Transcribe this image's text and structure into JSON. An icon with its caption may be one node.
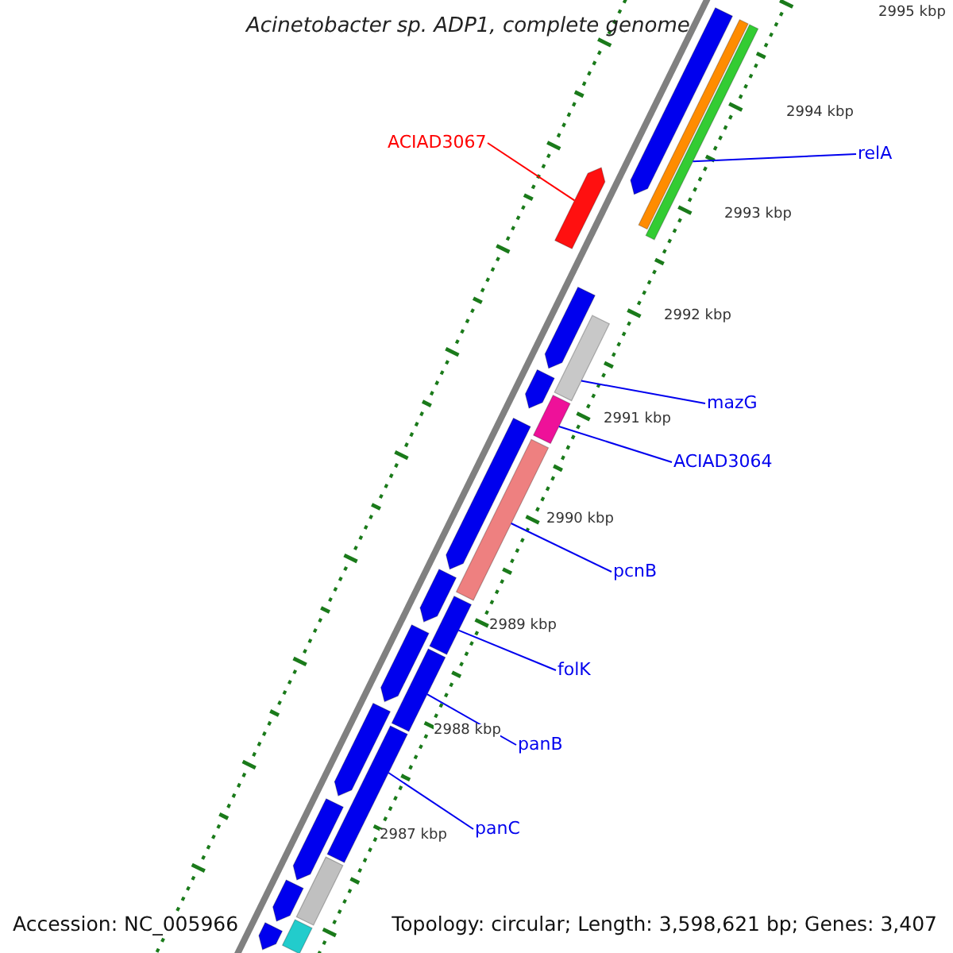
{
  "diagram": {
    "title": "Acinetobacter sp. ADP1, complete genome",
    "nodes": [
      {
        "text": [
          "ACIAD3067"
        ]
      },
      {
        "text": [
          "relA"
        ]
      },
      {
        "text": [
          "mazG"
        ]
      },
      {
        "text": [
          "ACIAD3064"
        ]
      },
      {
        "text": [
          "pcnB"
        ]
      },
      {
        "text": [
          "folK"
        ]
      },
      {
        "text": [
          "panB"
        ]
      },
      {
        "text": [
          "panC"
        ]
      },
      {
        "text": [],
        "shape": "bar"
      },
      {
        "text": [],
        "shape": "bar"
      },
      {
        "text": [],
        "shape": "bar"
      },
      {
        "text": [],
        "shape": "bar"
      },
      {
        "text": [],
        "shape": "bar"
      },
      {
        "text": [],
        "shape": "bar"
      },
      {
        "text": [],
        "shape": "bar"
      },
      {
        "text": [],
        "shape": "bar"
      },
      {
        "text": [],
        "shape": "bar"
      },
      {
        "text": [],
        "shape": "bar"
      },
      {
        "text": [],
        "shape": "bar"
      },
      {
        "text": [],
        "shape": "bar"
      },
      {
        "text": [],
        "shape": "bar"
      },
      {
        "text": [],
        "shape": "bar"
      },
      {
        "text": [],
        "shape": "bar"
      },
      {
        "text": [],
        "shape": "bar"
      },
      {
        "text": [],
        "shape": "bar"
      },
      {
        "text": [],
        "shape": "bar"
      },
      {
        "text": [],
        "shape": "bar"
      },
      {
        "text": [],
        "shape": "bar"
      },
      {
        "text": [],
        "shape": "bar"
      }
    ],
    "edges": [
      {
        "from": 0,
        "to": 11,
        "arrow": "none",
        "color": "#ff0000"
      },
      {
        "from": 1,
        "to": 10,
        "arrow": "none"
      },
      {
        "from": 2,
        "to": 13,
        "arrow": "none"
      },
      {
        "from": 3,
        "to": 15,
        "arrow": "none"
      },
      {
        "from": 4,
        "to": 17,
        "arrow": "none"
      },
      {
        "from": 5,
        "to": 19,
        "arrow": "none"
      },
      {
        "from": 6,
        "to": 21,
        "arrow": "none"
      },
      {
        "from": 7,
        "to": 23,
        "arrow": "none"
      }
    ],
    "labels": [
      "2995 kbp",
      "2994 kbp",
      "2993 kbp",
      "2992 kbp",
      "2991 kbp",
      "2990 kbp",
      "2989 kbp",
      "2988 kbp",
      "2987 kbp",
      "Accession: NC_005966",
      "Topology: circular; Length: 3,598,621 bp; Genes: 3,407"
    ]
  }
}
